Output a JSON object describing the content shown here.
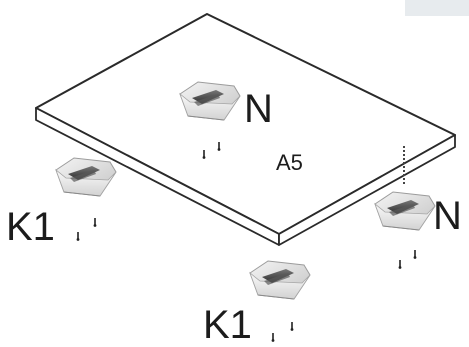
{
  "panel": {
    "label": "A5"
  },
  "brackets": [
    {
      "id": "n-top",
      "label": "N"
    },
    {
      "id": "n-right",
      "label": "N"
    },
    {
      "id": "k1-left",
      "label": "K1"
    },
    {
      "id": "k1-bottom",
      "label": "K1"
    }
  ]
}
